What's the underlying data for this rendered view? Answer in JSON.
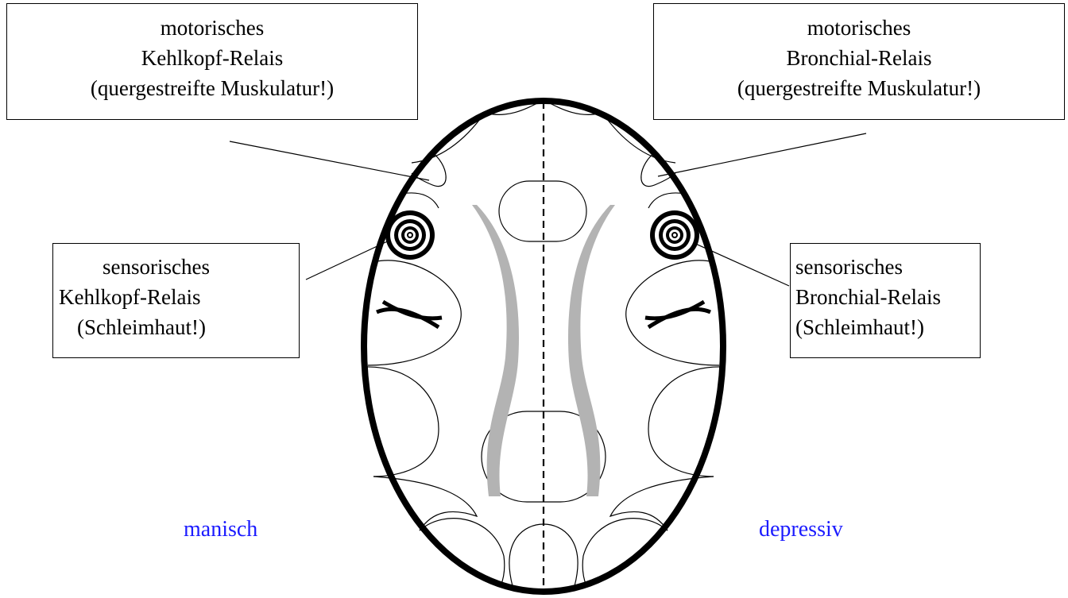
{
  "boxes": {
    "motor_left": {
      "line1": "motorisches",
      "line2": "Kehlkopf-Relais",
      "line3": "(quergestreifte Muskulatur!)"
    },
    "motor_right": {
      "line1": "motorisches",
      "line2": "Bronchial-Relais",
      "line3": "(quergestreifte Muskulatur!)"
    },
    "sensor_left": {
      "line1": "sensorisches",
      "line2": "Kehlkopf-Relais",
      "line3": "(Schleimhaut!)"
    },
    "sensor_right": {
      "line1": "sensorisches",
      "line2": "Bronchial-Relais",
      "line3": "(Schleimhaut!)"
    }
  },
  "labels": {
    "left": "manisch",
    "right": "depressiv"
  },
  "colors": {
    "outline": "#000000",
    "ventricle": "#b3b3b3",
    "label_text": "#1c1cff"
  },
  "icons": {
    "left_target": "concentric-rings-icon",
    "right_target": "concentric-rings-icon",
    "left_cross": "crossed-bars-icon",
    "right_cross": "crossed-bars-icon"
  }
}
